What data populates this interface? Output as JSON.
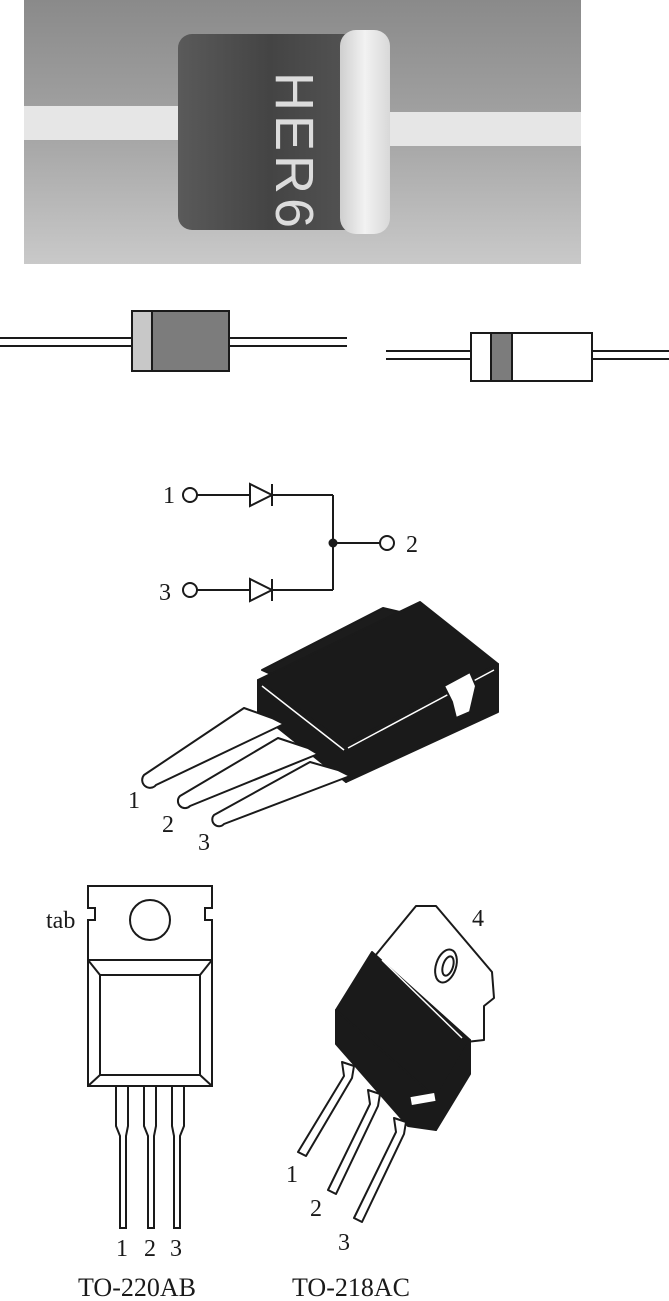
{
  "photo": {
    "marking": "HER6"
  },
  "schematic": {
    "pins": [
      "1",
      "2",
      "3"
    ]
  },
  "to247": {
    "pins": [
      "1",
      "2",
      "3"
    ]
  },
  "to220ab": {
    "tab_label": "tab",
    "pins": [
      "1",
      "2",
      "3"
    ],
    "caption": "TO-220AB"
  },
  "to218ac": {
    "tab_pin": "4",
    "pins": [
      "1",
      "2",
      "3"
    ],
    "caption": "TO-218AC"
  },
  "colors": {
    "ink": "#1a1a1a",
    "body_dark": "#7a7a7a",
    "band_light": "#c8c8c8"
  }
}
